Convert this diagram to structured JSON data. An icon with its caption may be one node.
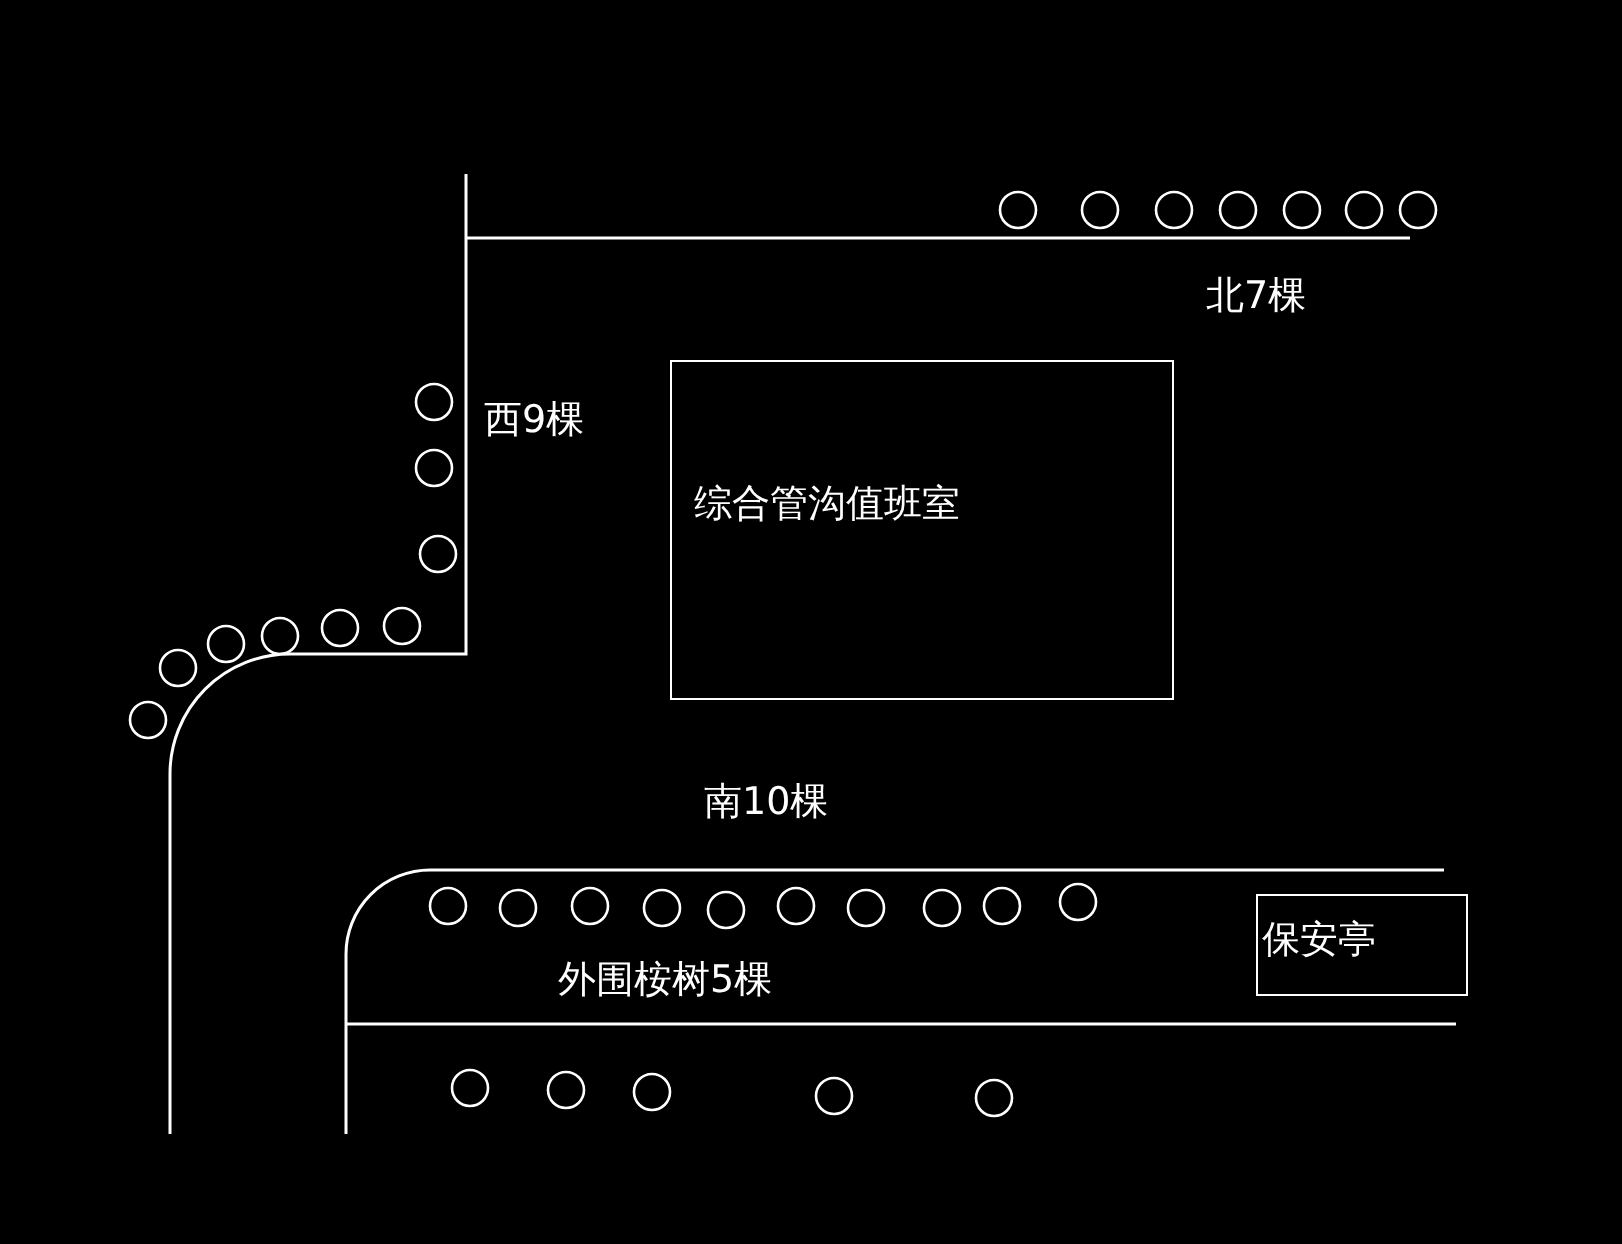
{
  "diagram": {
    "nodes": [
      {
        "text": [
          "综合管沟值班室"
        ]
      },
      {
        "text": [
          "保安亭"
        ]
      }
    ],
    "labels": [
      "北7棵",
      "西9棵",
      "南10棵",
      "外围桉树5棵"
    ]
  }
}
